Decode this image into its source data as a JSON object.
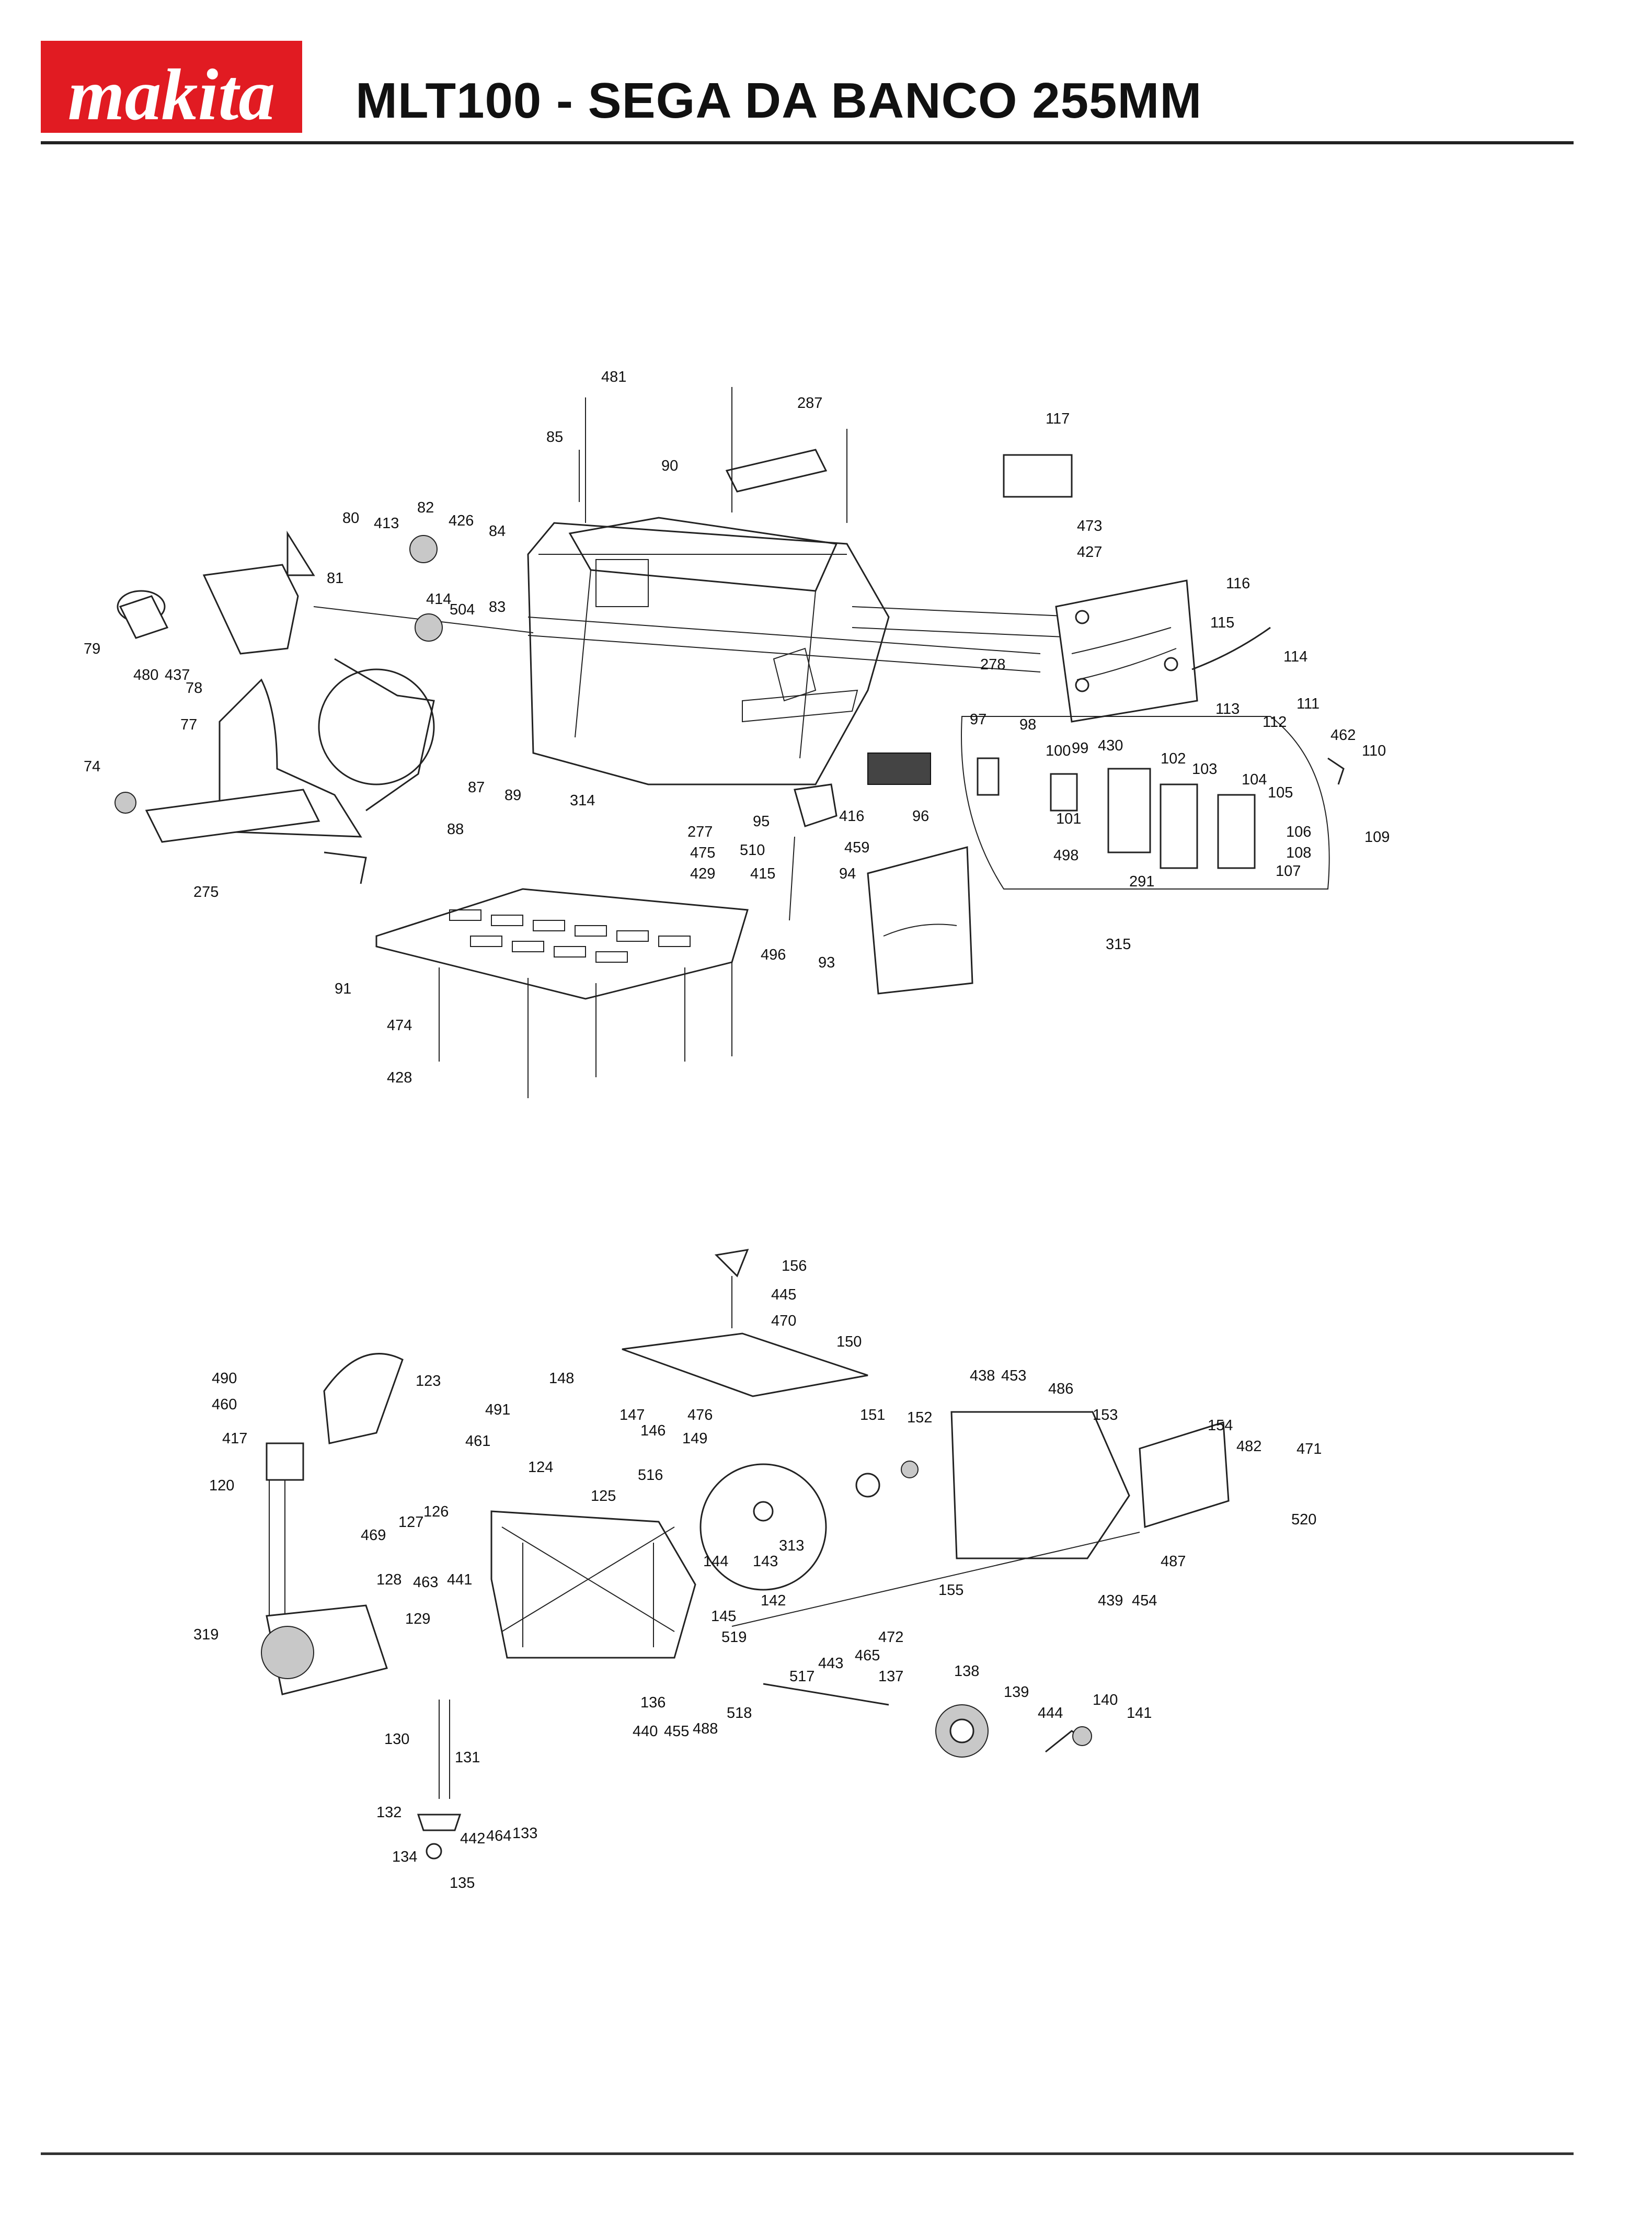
{
  "brand": {
    "logo_text": "makita",
    "logo_color": "#e11b22"
  },
  "header": {
    "title": "MLT100 - SEGA DA BANCO 255MM"
  },
  "labels": [
    "481",
    "287",
    "85",
    "90",
    "117",
    "80",
    "413",
    "82",
    "426",
    "84",
    "473",
    "427",
    "81",
    "414",
    "504",
    "83",
    "116",
    "115",
    "114",
    "79",
    "480",
    "437",
    "78",
    "278",
    "77",
    "113",
    "111",
    "112",
    "462",
    "110",
    "97",
    "98",
    "100",
    "99",
    "430",
    "102",
    "103",
    "104",
    "105",
    "74",
    "87",
    "88",
    "89",
    "314",
    "277",
    "475",
    "429",
    "95",
    "416",
    "96",
    "510",
    "415",
    "459",
    "94",
    "101",
    "498",
    "106",
    "108",
    "107",
    "109",
    "291",
    "275",
    "315",
    "93",
    "496",
    "91",
    "474",
    "428",
    "156",
    "445",
    "470",
    "150",
    "490",
    "123",
    "148",
    "460",
    "491",
    "147",
    "146",
    "476",
    "438",
    "453",
    "486",
    "151",
    "152",
    "153",
    "417",
    "461",
    "149",
    "154",
    "482",
    "471",
    "124",
    "120",
    "516",
    "125",
    "520",
    "469",
    "127",
    "126",
    "143",
    "313",
    "128",
    "463",
    "441",
    "144",
    "487",
    "155",
    "439",
    "454",
    "319",
    "129",
    "145",
    "142",
    "472",
    "519",
    "465",
    "443",
    "517",
    "137",
    "138",
    "136",
    "518",
    "440",
    "455",
    "488",
    "139",
    "444",
    "140",
    "141",
    "130",
    "131",
    "132",
    "442",
    "464",
    "133",
    "134",
    "135"
  ]
}
